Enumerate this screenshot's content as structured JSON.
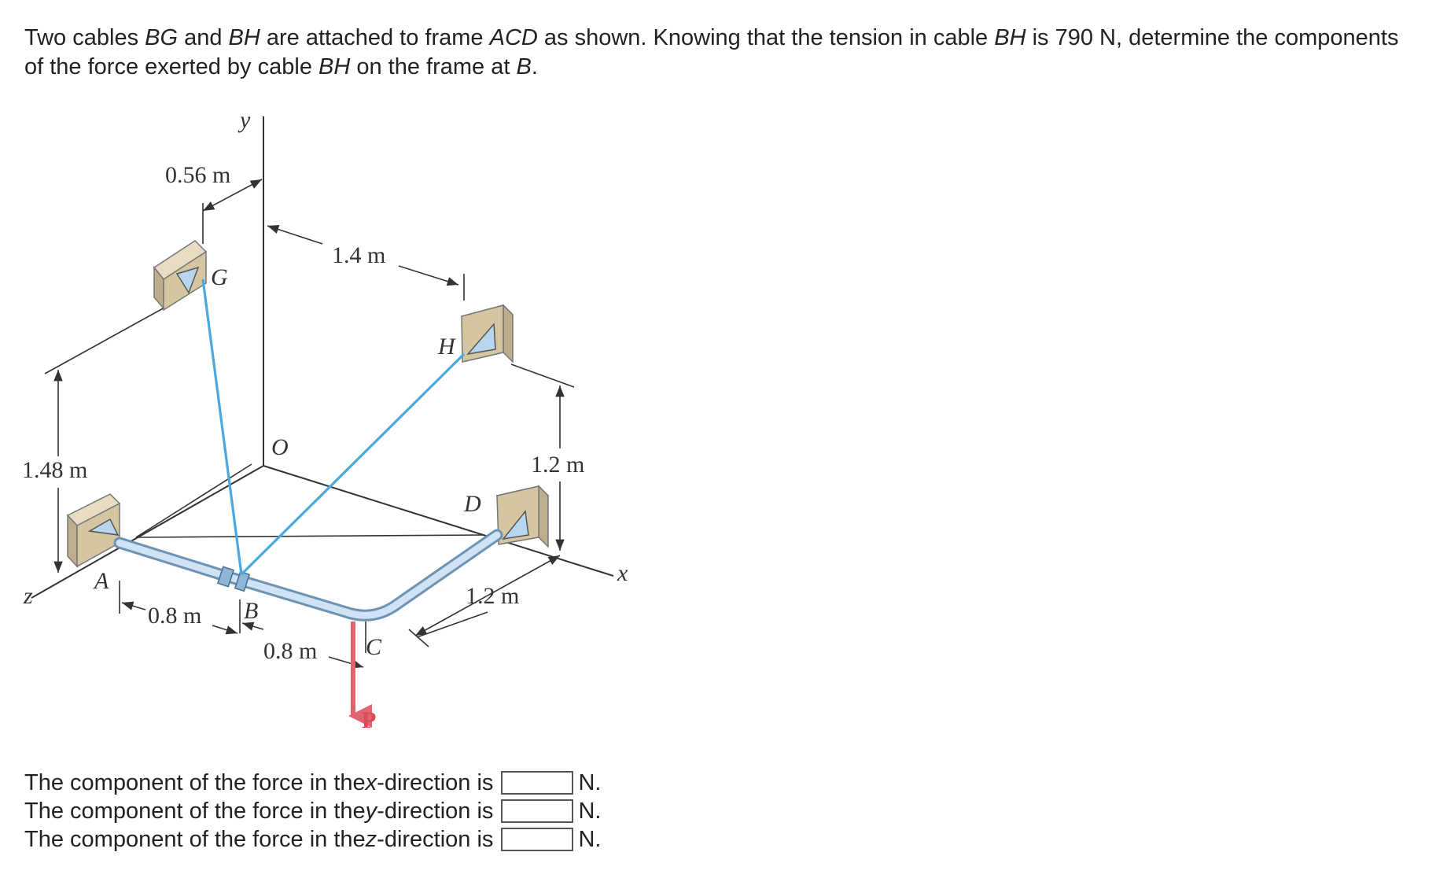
{
  "problem": {
    "t1": "Two cables ",
    "c1": "BG",
    "t2": " and ",
    "c2": "BH",
    "t3": " are attached to frame ",
    "frame": "ACD",
    "t4": " as shown. Knowing that the tension in cable ",
    "c3": "BH",
    "t5": " is 790 N, determine the components of the force exerted by cable ",
    "c4": "BH",
    "t6": " on the frame at ",
    "pt": "B",
    "t7": "."
  },
  "figure": {
    "axes": {
      "y": "y",
      "x": "x",
      "z": "z"
    },
    "points": {
      "O": "O",
      "G": "G",
      "H": "H",
      "D": "D",
      "A": "A",
      "B": "B",
      "C": "C",
      "P": "P"
    },
    "dims": {
      "d056": "0.56 m",
      "d14": "1.4 m",
      "d148": "1.48 m",
      "d12v": "1.2 m",
      "d12h": "1.2 m",
      "d08a": "0.8 m",
      "d08b": "0.8 m"
    },
    "colors": {
      "cable": "#4aa8e0",
      "force": "#e06570",
      "frame": "#9cc4e2",
      "bracket": "#d9c8a6"
    }
  },
  "answers": [
    {
      "prefix": "The component of the force in the ",
      "axis": "x",
      "suffix": "-direction is",
      "value": "",
      "unit": "N."
    },
    {
      "prefix": "The component of the force in the ",
      "axis": "y",
      "suffix": "-direction is",
      "value": "",
      "unit": "N."
    },
    {
      "prefix": "The component of the force in the ",
      "axis": "z",
      "suffix": "-direction is",
      "value": "",
      "unit": "N."
    }
  ]
}
